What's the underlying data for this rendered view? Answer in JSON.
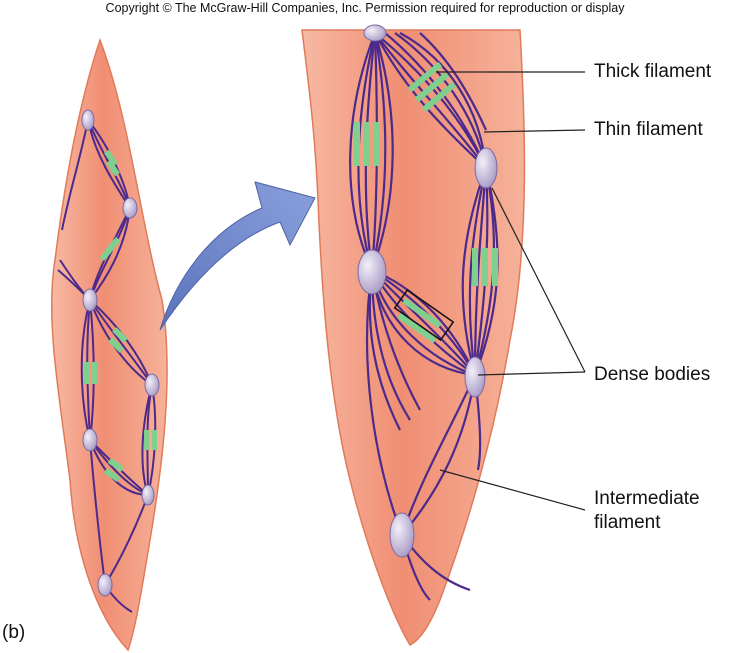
{
  "copyright": "Copyright © The McGraw-Hill Companies, Inc. Permission required for reproduction or display",
  "panel_label": "(b)",
  "labels": {
    "thick_filament": "Thick filament",
    "thin_filament": "Thin filament",
    "dense_bodies": "Dense bodies",
    "intermediate_line1": "Intermediate",
    "intermediate_line2": "filament"
  },
  "colors": {
    "cell_fill": "#f2a189",
    "cell_stroke": "#e07a5a",
    "filament": "#4b2a8c",
    "thick_filament": "#7fcf8f",
    "dense_body": "#c8bedb",
    "arrow": "#6f86c9"
  }
}
